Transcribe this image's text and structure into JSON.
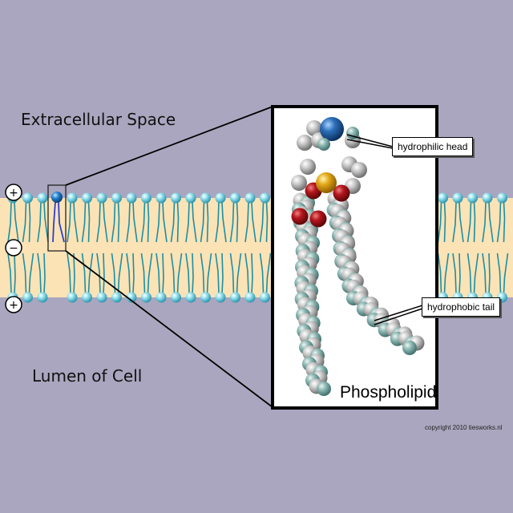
{
  "labels": {
    "extracellular": "Extracellular Space",
    "lumen": "Lumen of Cell",
    "hydrophilic_head": "hydrophilic head",
    "hydrophobic_tail": "hydrophobic tail",
    "molecule": "Phospholipid",
    "credit": "copyright 2010 tiesworks.nl"
  },
  "charges": [
    "+",
    "−",
    "+"
  ],
  "colors": {
    "background": "#aaa6bf",
    "bilayer_core": "#fbe3b6",
    "lipid_head": "#7fd8e8",
    "lipid_tail": "#1c8fa6",
    "tail_sphere": "#7fa8a4",
    "phosphate": "#e3a81a",
    "oxygen": "#b3171d",
    "choline": "#2c6fb8",
    "highlighted_head": "#1f7dcc"
  }
}
